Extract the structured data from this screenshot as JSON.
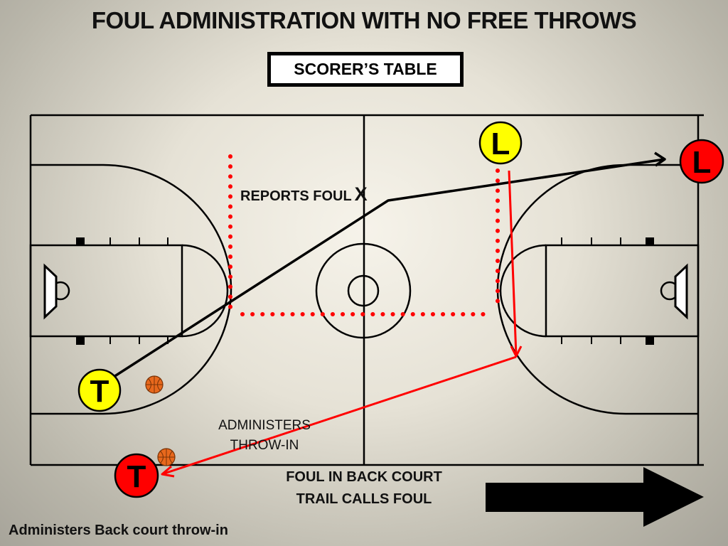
{
  "title": "FOUL ADMINISTRATION WITH NO FREE THROWS",
  "scorers_table_label": "SCORER’S TABLE",
  "annotations": {
    "reports_foul": "REPORTS FOUL",
    "x_mark": "X",
    "administers_line1": "ADMINISTERS",
    "administers_line2": "THROW-IN",
    "foul_caption_line1": "FOUL IN BACK COURT",
    "foul_caption_line2": "TRAIL CALLS FOUL",
    "bottom_note": "Administers Back court throw-in"
  },
  "officials": {
    "trail_start": {
      "letter": "T",
      "color": "#ffff00"
    },
    "lead_start": {
      "letter": "L",
      "color": "#ffff00"
    },
    "trail_end": {
      "letter": "T",
      "color": "#ff0000"
    },
    "lead_end": {
      "letter": "L",
      "color": "#ff0000"
    }
  },
  "colors": {
    "court_lines": "#000000",
    "movement_path_black": "#000000",
    "movement_path_red": "#ff0000",
    "dotted_area": "#ff0000",
    "ball": "#e8681c",
    "direction_arrow": "#000000"
  },
  "icons": {
    "ball": "basketball-icon",
    "direction": "arrow-right-icon"
  }
}
